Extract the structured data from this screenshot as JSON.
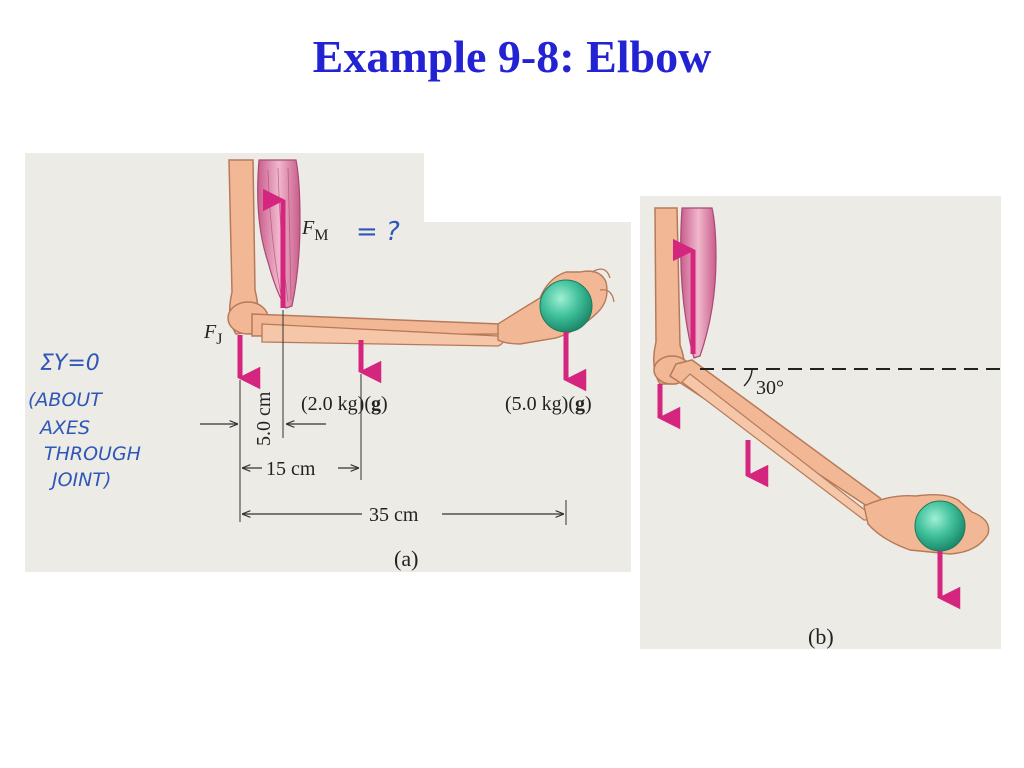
{
  "title": "Example 9-8: Elbow",
  "colors": {
    "title": "#2323d4",
    "force_arrow": "#d4267e",
    "handwriting": "#2f57b8",
    "background_panel": "#ecebe6",
    "bone": "#f2b896",
    "ball": "#3fbf9a"
  },
  "figure_a": {
    "caption": "(a)",
    "force_muscle": {
      "symbol": "F",
      "subscript": "M",
      "note": "= ?"
    },
    "force_joint": {
      "symbol": "F",
      "subscript": "J"
    },
    "forearm_weight": {
      "prefix": "(2.0 kg)(",
      "bold": "g",
      "suffix": ")"
    },
    "ball_weight": {
      "prefix": "(5.0 kg)(",
      "bold": "g",
      "suffix": ")"
    },
    "dim_muscle": "5.0 cm",
    "dim_forearm": "15 cm",
    "dim_ball": "35 cm"
  },
  "figure_b": {
    "caption": "(b)",
    "angle": "30°"
  },
  "handwritten_note": [
    "ΣΥ=0",
    "(ABOUT",
    "AXES",
    "THROUGH",
    "JOINT)"
  ]
}
